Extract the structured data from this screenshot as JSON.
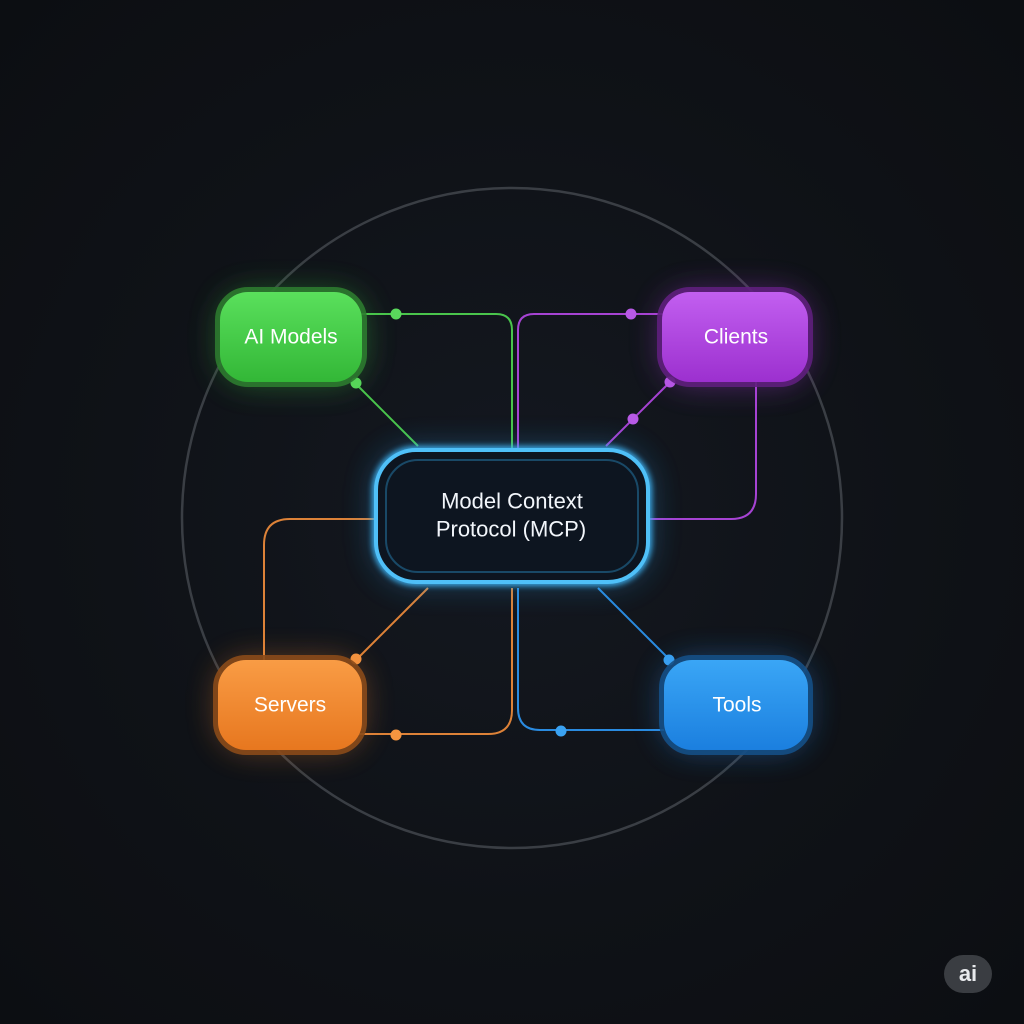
{
  "diagram": {
    "hub": {
      "line1": "Model Context",
      "line2": "Protocol (MCP)",
      "color": "#3fb4f5"
    },
    "nodes": {
      "ai_models": {
        "label": "AI Models",
        "color": "#47d14a"
      },
      "clients": {
        "label": "Clients",
        "color": "#b345e0"
      },
      "servers": {
        "label": "Servers",
        "color": "#f4892f"
      },
      "tools": {
        "label": "Tools",
        "color": "#2a93ee"
      }
    },
    "ring_color": "#3a3e44"
  },
  "badge": {
    "label": "ai"
  }
}
